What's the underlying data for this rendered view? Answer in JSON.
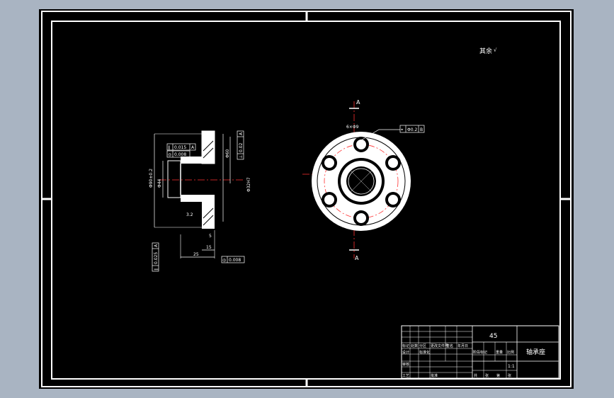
{
  "drawing": {
    "top_note": "其余",
    "top_note_symbol": "√",
    "section_marker_top": "A",
    "section_marker_bottom": "A",
    "hole_callout": "6×Φ9",
    "tolerance_frame": {
      "symbol": "⌖",
      "value": "Φ0.2",
      "datum": "B"
    },
    "left_view": {
      "frame_top_1": {
        "symbol": "∥",
        "value": "0.015",
        "datum": "A"
      },
      "frame_top_2": {
        "symbol": "◎",
        "value": "0.008"
      },
      "frame_right": {
        "symbol": "⊥",
        "value": "0.02",
        "datum": "A"
      },
      "frame_left": {
        "symbol": "∥",
        "value": "0.025",
        "datum": "A"
      },
      "frame_bottom": {
        "symbol": "◎",
        "value": "0.008"
      },
      "dim_vertical_outer": "Φ90±0.2",
      "dim_vertical_inner": "Φ44",
      "dim_right_bore": "Φ32H7",
      "dim_right_top": "Φ60",
      "dim_roughness": "3.2",
      "dim_bottom_1": "25",
      "dim_bottom_2": "15",
      "dim_bottom_3": "5"
    }
  },
  "title_block": {
    "material": "45",
    "part_name": "轴承座",
    "scale": "1:1",
    "row1": [
      "",
      "",
      "",
      "",
      "",
      ""
    ],
    "row_labels": [
      "标记",
      "处数",
      "分区",
      "更改文件号",
      "签名",
      "年月日"
    ],
    "row_labels_2": [
      "设计",
      "标准化",
      "阶段标记",
      "重量",
      "比例"
    ],
    "row_labels_3": [
      "审核",
      "工艺",
      "批准"
    ],
    "sheet_info": [
      "共",
      "张",
      "第",
      "张"
    ]
  }
}
